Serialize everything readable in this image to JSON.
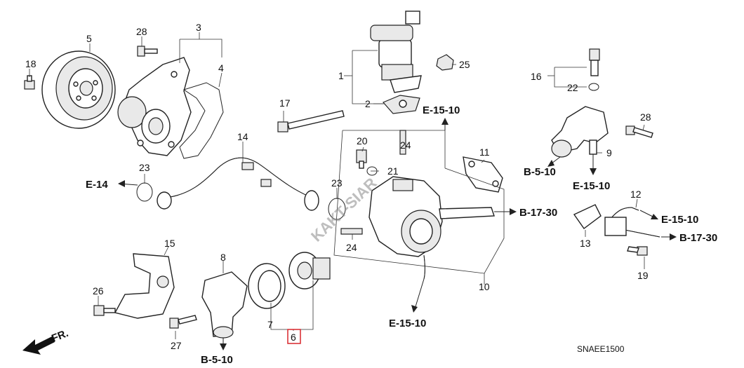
{
  "callouts": {
    "c1": "1",
    "c2": "2",
    "c3": "3",
    "c4": "4",
    "c5": "5",
    "c6": "6",
    "c7": "7",
    "c8": "8",
    "c9": "9",
    "c10": "10",
    "c11": "11",
    "c12": "12",
    "c13": "13",
    "c14": "14",
    "c15": "15",
    "c16": "16",
    "c17": "17",
    "c18": "18",
    "c19": "19",
    "c20": "20",
    "c21": "21",
    "c22": "22",
    "c23a": "23",
    "c23b": "23",
    "c24a": "24",
    "c24b": "24",
    "c25": "25",
    "c26": "26",
    "c27": "27",
    "c28a": "28",
    "c28b": "28"
  },
  "references": {
    "e14": "E-14",
    "e1510_top": "E-15-10",
    "e1510_right_upper": "E-15-10",
    "e1510_right_lower": "E-15-10",
    "e1510_bottom": "E-15-10",
    "b1730_mid": "B-17-30",
    "b1730_right": "B-17-30",
    "b510_left": "B-5-10",
    "b510_right": "B-5-10"
  },
  "front_label": "FR.",
  "diagram_code": "SNAEE1500",
  "watermark": "KAKT-SIAR",
  "highlight_color": "#d9262b"
}
